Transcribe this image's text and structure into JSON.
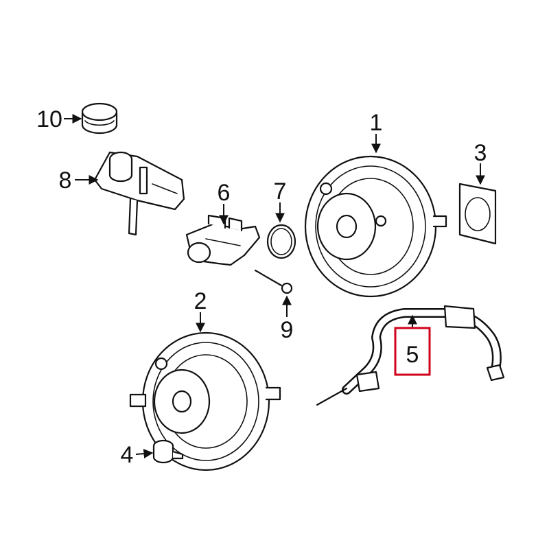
{
  "callouts": {
    "c1": "1",
    "c2": "2",
    "c3": "3",
    "c4": "4",
    "c5": "5",
    "c6": "6",
    "c7": "7",
    "c8": "8",
    "c9": "9",
    "c10": "10"
  },
  "colors": {
    "line": "#111111",
    "background": "#ffffff",
    "highlight": "#d0021b"
  }
}
